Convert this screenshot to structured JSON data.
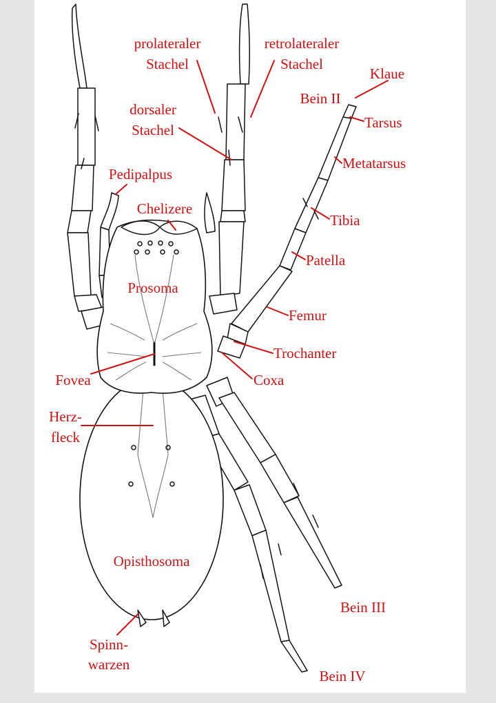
{
  "labels": {
    "prolateraler": "prolateraler",
    "stachel_a": "Stachel",
    "retrolateraler": "retrolateraler",
    "stachel_b": "Stachel",
    "klaue": "Klaue",
    "bein_ii": "Bein II",
    "tarsus": "Tarsus",
    "dorsaler": "dorsaler",
    "stachel_c": "Stachel",
    "metatarsus": "Metatarsus",
    "pedipalpus": "Pedipalpus",
    "chelizere": "Chelizere",
    "tibia": "Tibia",
    "patella": "Patella",
    "prosoma": "Prosoma",
    "femur": "Femur",
    "trochanter": "Trochanter",
    "fovea": "Fovea",
    "coxa": "Coxa",
    "herz": "Herz-",
    "fleck": "fleck",
    "opisthosoma": "Opisthosoma",
    "bein_iii": "Bein III",
    "spinn": "Spinn-",
    "warzen": "warzen",
    "bein_iv": "Bein IV"
  },
  "colors": {
    "label": "#d01010",
    "outline": "#111111",
    "background": "#e6e6e6",
    "sheet": "#ffffff"
  }
}
